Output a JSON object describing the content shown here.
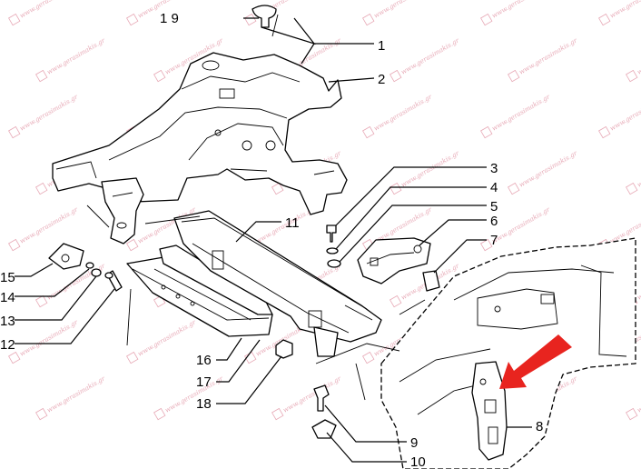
{
  "callouts": {
    "c1": "1",
    "c2": "2",
    "c3": "3",
    "c4": "4",
    "c5": "5",
    "c6": "6",
    "c7": "7",
    "c8": "8",
    "c9": "9",
    "c10": "10",
    "c11": "11",
    "c12": "12",
    "c13": "13",
    "c14": "14",
    "c15": "15",
    "c16": "16",
    "c17": "17",
    "c18": "18",
    "c19": "1 9"
  },
  "watermark": {
    "text": "www.gerasimakis.gr"
  },
  "colors": {
    "arrow": "#e8241f",
    "watermark": "#e7a9b6",
    "ink": "#000000"
  }
}
